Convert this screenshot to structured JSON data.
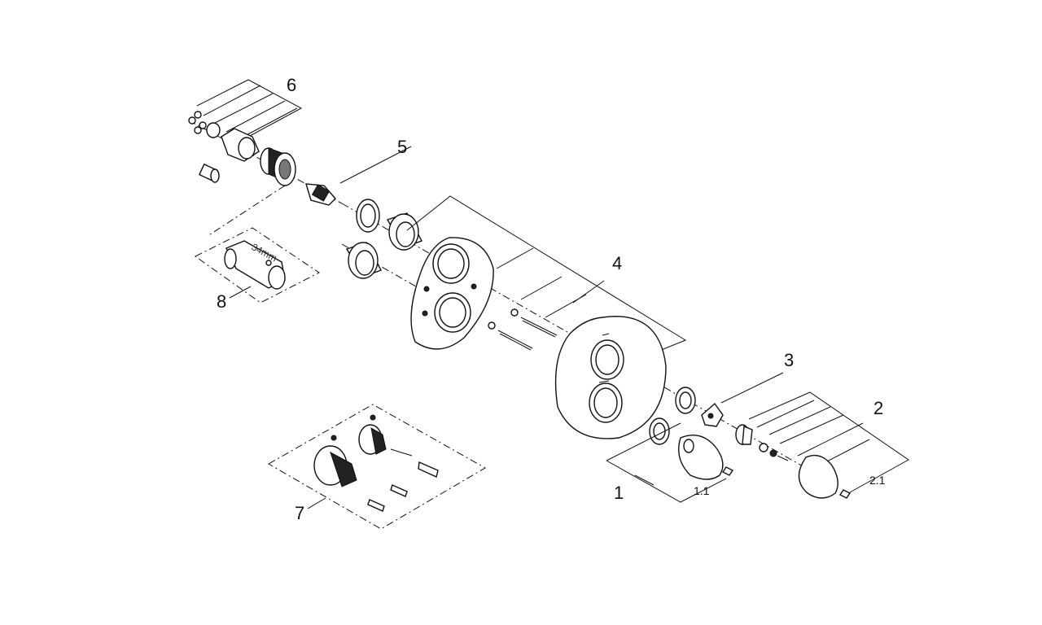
{
  "labels": {
    "l1": "1",
    "l1_1": "1.1",
    "l2": "2",
    "l2_1": "2.1",
    "l3": "3",
    "l4": "4",
    "l5": "5",
    "l6": "6",
    "l7": "7",
    "l8": "8"
  },
  "tool": {
    "size": "34mm"
  }
}
